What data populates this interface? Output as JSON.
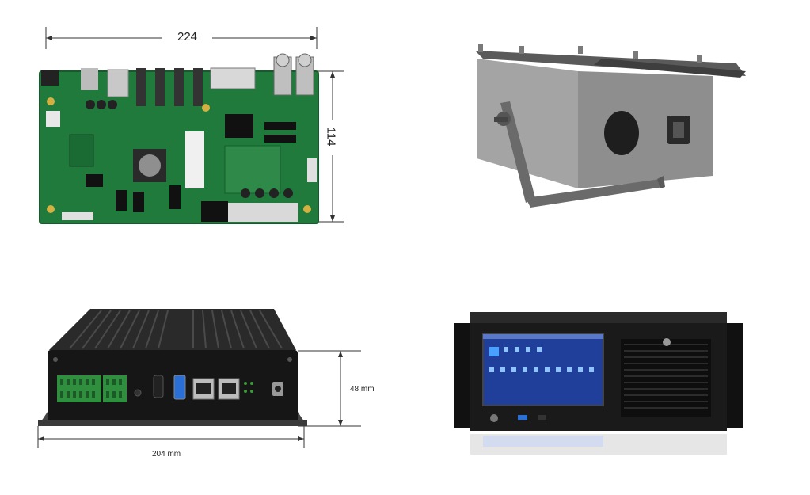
{
  "products": [
    {
      "name": "board",
      "dimensions": {
        "width": "224",
        "height": "114"
      }
    },
    {
      "name": "camera-enclosure"
    },
    {
      "name": "box-computer",
      "dimensions": {
        "width": "204 mm",
        "height": "48 mm"
      }
    },
    {
      "name": "rack-server"
    }
  ],
  "colors": {
    "pcb_green": "#1f7a3c",
    "metal": "#8a8a8a",
    "box_black": "#1a1a1a",
    "screen_blue": "#1f3f9a"
  }
}
